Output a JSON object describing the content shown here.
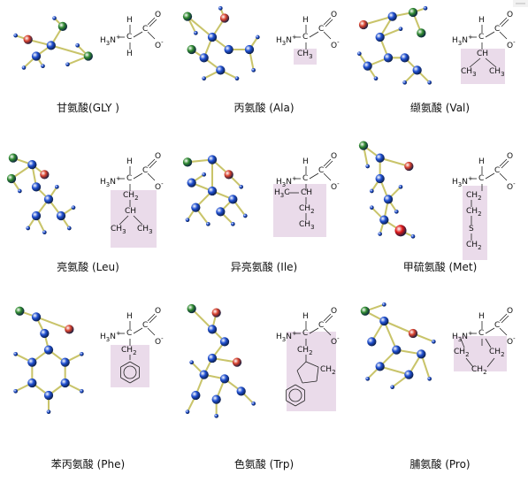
{
  "colors": {
    "carbon": "#1f4fd0",
    "hydrogen": "#1f4fd0",
    "nitrogen": "#2f8a2f",
    "oxygen": "#d8402c",
    "sulfur": "#e01818",
    "bond": "#c9c46a",
    "shade": "#eadbea"
  },
  "amino_acids": [
    {
      "id": "gly",
      "name": "甘氨酸(GLY )",
      "side": [
        "H"
      ]
    },
    {
      "id": "ala",
      "name": "丙氨酸 (Ala)",
      "side": [
        "CH3"
      ]
    },
    {
      "id": "val",
      "name": "缬氨酸 (Val)",
      "side": [
        "CH",
        "CH3",
        "CH3"
      ]
    },
    {
      "id": "leu",
      "name": "亮氨酸 (Leu)",
      "side": [
        "CH2",
        "CH",
        "CH3",
        "CH3"
      ]
    },
    {
      "id": "ile",
      "name": "异亮氨酸 (Ile)",
      "side": [
        "H3C",
        "CH2",
        "CH",
        "CH3"
      ]
    },
    {
      "id": "met",
      "name": "甲硫氨酸 (Met)",
      "side": [
        "CH2",
        "CH2",
        "S",
        "CH2"
      ]
    },
    {
      "id": "phe",
      "name": "苯丙氨酸 (Phe)",
      "side": [
        "CH2"
      ]
    },
    {
      "id": "trp",
      "name": "色氨酸 (Trp)",
      "side": [
        "CH2",
        "CH2"
      ]
    },
    {
      "id": "pro",
      "name": "脯氨酸 (Pro)",
      "side": [
        "CH2",
        "CH2",
        "CH2"
      ]
    }
  ],
  "backbone": {
    "amine": "H3N+",
    "carbonyl": "O",
    "oxide": "O-",
    "alpha_h": "H",
    "alpha_c": "C",
    "carboxyl_c": "C"
  }
}
